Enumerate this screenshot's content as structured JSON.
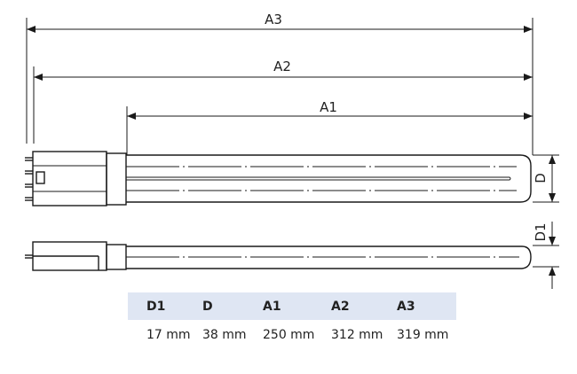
{
  "dimension_labels": {
    "a3": "A3",
    "a2": "A2",
    "a1": "A1",
    "d": "D",
    "d1": "D1"
  },
  "table": {
    "headers": [
      "D1",
      "D",
      "A1",
      "A2",
      "A3"
    ],
    "values": [
      "17 mm",
      "38 mm",
      "250 mm",
      "312 mm",
      "319 mm"
    ]
  },
  "colors": {
    "header_bg": "#dfe6f3",
    "line": "#1a1a1a"
  }
}
